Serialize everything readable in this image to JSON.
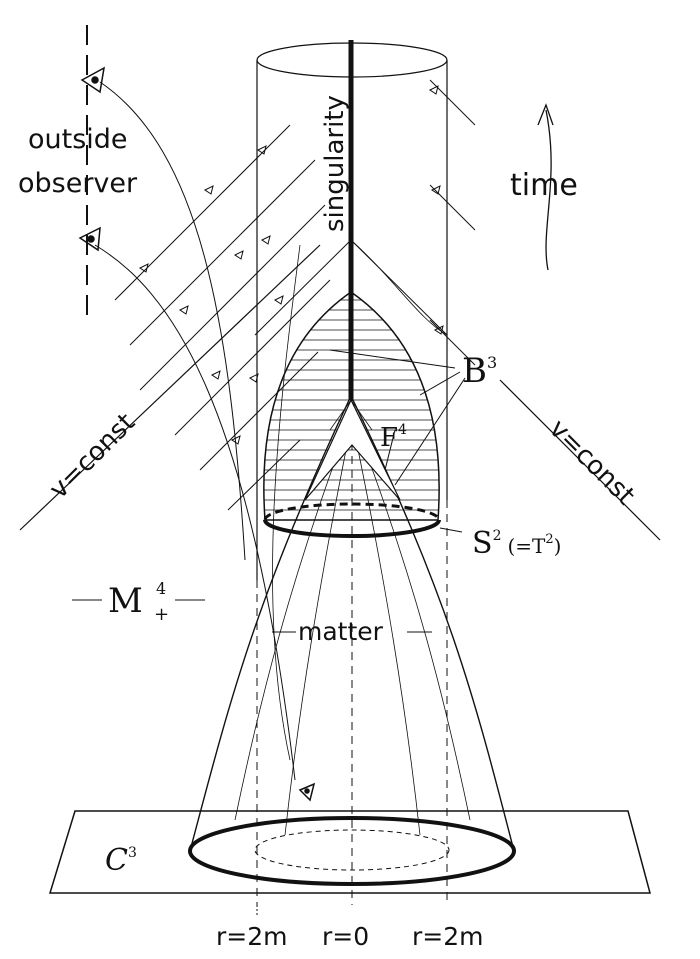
{
  "labels": {
    "outside_line1": "outside",
    "outside_line2": "observer",
    "time": "time",
    "singularity": "singularity",
    "B3": "B",
    "B3_sup": "3",
    "F4": "F",
    "F4_sup": "4",
    "v_const_left": "v=const",
    "v_const_right": "v=const",
    "S2": "S",
    "S2_sup": "2",
    "S2_paren": "(=T",
    "S2_paren_sup": "2",
    "S2_close": ")",
    "M4": "M",
    "M4_sup": "4",
    "M4_sub": "+",
    "matter": "matter",
    "C3": "C",
    "C3_sup": "3",
    "r2m_left": "r=2m",
    "r0": "r=0",
    "r2m_right": "r=2m"
  },
  "icons": [
    "eye-icon",
    "time-arrow-icon"
  ],
  "colors": {
    "ink": "#111111",
    "paper": "#ffffff"
  }
}
